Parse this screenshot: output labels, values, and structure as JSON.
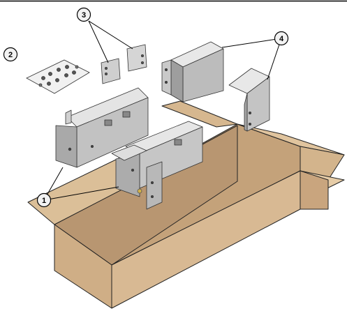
{
  "figure": {
    "callouts": [
      {
        "label": "1",
        "part": "rail-assemblies"
      },
      {
        "label": "2",
        "part": "hardware-kit"
      },
      {
        "label": "3",
        "part": "shim-plates"
      },
      {
        "label": "4",
        "part": "brackets"
      }
    ],
    "colors": {
      "box_light": "#e2c9a3",
      "box_mid": "#d0b08a",
      "box_dark": "#b6936b",
      "metal_light": "#e9e9e9",
      "metal_mid": "#c8c8c8",
      "metal_dark": "#9a9a9a",
      "outline": "#222222",
      "callout_fill": "#f2f2f2"
    }
  }
}
